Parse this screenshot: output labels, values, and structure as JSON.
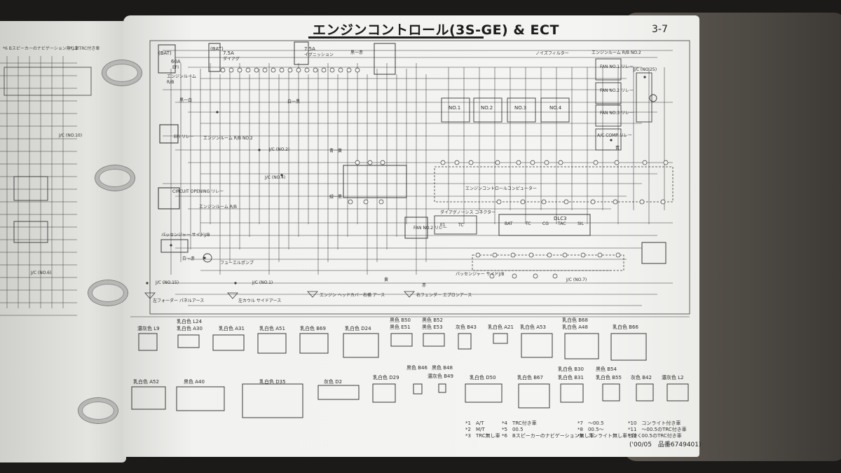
{
  "header": {
    "title": "エンジンコントロール(3S-GE) & ECT",
    "page_number": "3-7"
  },
  "top_labels": [
    {
      "id": "bat1",
      "text": "(BAT)"
    },
    {
      "id": "bat2",
      "text": "(BAT)"
    },
    {
      "id": "f1",
      "text": "60A"
    },
    {
      "id": "f1b",
      "text": "EFI"
    },
    {
      "id": "f2",
      "text": "7.5A"
    },
    {
      "id": "f2b",
      "text": "ダイアグ"
    },
    {
      "id": "f3",
      "text": "7.5A"
    },
    {
      "id": "f3b",
      "text": "イグニッション"
    },
    {
      "id": "engine_room_rb",
      "text": "エンジンルーム"
    },
    {
      "id": "engine_room_rb2",
      "text": "R/B"
    },
    {
      "id": "noise_filter",
      "text": "ノイズフィルター"
    },
    {
      "id": "engine_room_rb3",
      "text": "エンジンルーム R/B NO.2"
    },
    {
      "id": "fan1",
      "text": "FAN NO.1 リレー"
    },
    {
      "id": "fan2",
      "text": "FAN NO.2 リレー"
    },
    {
      "id": "fan3",
      "text": "FAN NO.3 リレー"
    },
    {
      "id": "ac_comp",
      "text": "A/C COMP リレー"
    },
    {
      "id": "jc_no25",
      "text": "J/C (NO.25)"
    },
    {
      "id": "jc_no10",
      "text": "J/C (NO.10)"
    }
  ],
  "mid_labels": [
    {
      "id": "efi_relay",
      "text": "EFI リレー"
    },
    {
      "id": "engine_room_rb_no2",
      "text": "エンジンルーム R/B NO.2"
    },
    {
      "id": "jc_no2",
      "text": "J/C (NO.2)"
    },
    {
      "id": "jc_no4",
      "text": "J/C (NO.4)"
    },
    {
      "id": "circuit_opening",
      "text": "CIRCUIT OPENING リレー"
    },
    {
      "id": "engine_room_rb_b",
      "text": "エンジンルーム R/B"
    },
    {
      "id": "passenger_rb",
      "text": "パッセンジャー サイドJ/B"
    },
    {
      "id": "ecu",
      "text": "エンジンコントロールコンピューター"
    },
    {
      "id": "fan_no2_relay",
      "text": "FAN NO.2 リレー"
    },
    {
      "id": "diag_connector",
      "text": "ダイアグノーシス コネクター"
    },
    {
      "id": "dlc3",
      "text": "DLC3"
    },
    {
      "id": "passenger_side_jb",
      "text": "パッセンジャー サイドJ/B"
    },
    {
      "id": "jc_no7",
      "text": "J/C (NO.7)"
    },
    {
      "id": "jc_no15",
      "text": "J/C (NO.15)"
    },
    {
      "id": "jc_no1",
      "text": "J/C (NO.1)"
    },
    {
      "id": "jc_no6",
      "text": "J/C (NO.6)"
    },
    {
      "id": "fuel_pump",
      "text": "フューエルポンプ"
    },
    {
      "id": "ig_no1",
      "text": "NO.1"
    },
    {
      "id": "ig_no2",
      "text": "NO.2"
    },
    {
      "id": "ig_no3",
      "text": "NO.3"
    },
    {
      "id": "ig_no4",
      "text": "NO.4"
    },
    {
      "id": "dlc_bat",
      "text": "BAT"
    },
    {
      "id": "dlc_tc",
      "text": "TC"
    },
    {
      "id": "dlc_cg",
      "text": "CG"
    },
    {
      "id": "dlc_tac",
      "text": "TAC"
    },
    {
      "id": "dlc_sil",
      "text": "SIL"
    },
    {
      "id": "diag_e1",
      "text": "E1"
    },
    {
      "id": "diag_tc",
      "text": "TC"
    }
  ],
  "ground_labels": [
    {
      "id": "g1",
      "text": "左フォーダー パネルアース"
    },
    {
      "id": "g2",
      "text": "左カウル サイドアース"
    },
    {
      "id": "g3",
      "text": "エンジン ヘッドカバー右横 アース"
    },
    {
      "id": "g4",
      "text": "右フェンダー エプロンアース"
    }
  ],
  "wire_colors": [
    "黒一赤",
    "白一黒",
    "黒一白",
    "青一黄",
    "緑一黒",
    "白一赤",
    "黄",
    "赤",
    "青"
  ],
  "connectors_row1": [
    {
      "color": "濃灰色",
      "code": "L9"
    },
    {
      "color": "乳白色",
      "code": "A30"
    },
    {
      "color": "乳白色",
      "code": "A31"
    },
    {
      "color": "乳白色",
      "code": "A51"
    },
    {
      "color": "乳白色",
      "code": "B69"
    },
    {
      "color": "乳白色",
      "code": "D24"
    },
    {
      "color": "黒色",
      "code": "E51"
    },
    {
      "color": "黒色",
      "code": "E53"
    },
    {
      "color": "灰色",
      "code": "B43"
    },
    {
      "color": "乳白色",
      "code": "A21"
    },
    {
      "color": "乳白色",
      "code": "A53"
    },
    {
      "color": "乳白色",
      "code": "A48"
    },
    {
      "color": "乳白色",
      "code": "B66"
    }
  ],
  "connectors_row1_extra": [
    {
      "color": "乳白色",
      "code": "L24"
    },
    {
      "color": "黒色",
      "code": "B50"
    },
    {
      "color": "黒色",
      "code": "B52"
    },
    {
      "color": "乳白色",
      "code": "B68"
    }
  ],
  "connectors_row2": [
    {
      "color": "乳白色",
      "code": "A52"
    },
    {
      "color": "黒色",
      "code": "A40"
    },
    {
      "color": "乳白色",
      "code": "D35"
    },
    {
      "color": "灰色",
      "code": "D2"
    },
    {
      "color": "乳白色",
      "code": "D29"
    },
    {
      "color": "濃灰色",
      "code": "B49"
    },
    {
      "color": "乳白色",
      "code": "D50"
    },
    {
      "color": "乳白色",
      "code": "B67"
    },
    {
      "color": "乳白色",
      "code": "B31"
    },
    {
      "color": "乳白色",
      "code": "B55"
    },
    {
      "color": "灰色",
      "code": "B42"
    },
    {
      "color": "濃灰色",
      "code": "L2"
    }
  ],
  "connectors_row2_extra": [
    {
      "color": "黒色",
      "code": "B46"
    },
    {
      "color": "黒色",
      "code": "B48"
    },
    {
      "color": "乳白色",
      "code": "B30"
    },
    {
      "color": "黒色",
      "code": "B54"
    }
  ],
  "footnotes": [
    "*1　A/T",
    "*2　M/T",
    "*3　TRC無し車",
    "*4　TRC付き車",
    "*5　00.5",
    "*6　Bスピーカーのナビゲーション無し車",
    "*7　～00.5",
    "*8　00.5～",
    "*9　コンライト無し車を除く",
    "*10　コンライト付き車",
    "*11　～00.5のTRC付き車",
    "*12　00.5のTRC付き車"
  ],
  "reference": "('00/05　品番6749401)",
  "left_page_notes": [
    "*6 Bスピーカーのナビゲーション無し車",
    "*12 TRC付き車"
  ]
}
